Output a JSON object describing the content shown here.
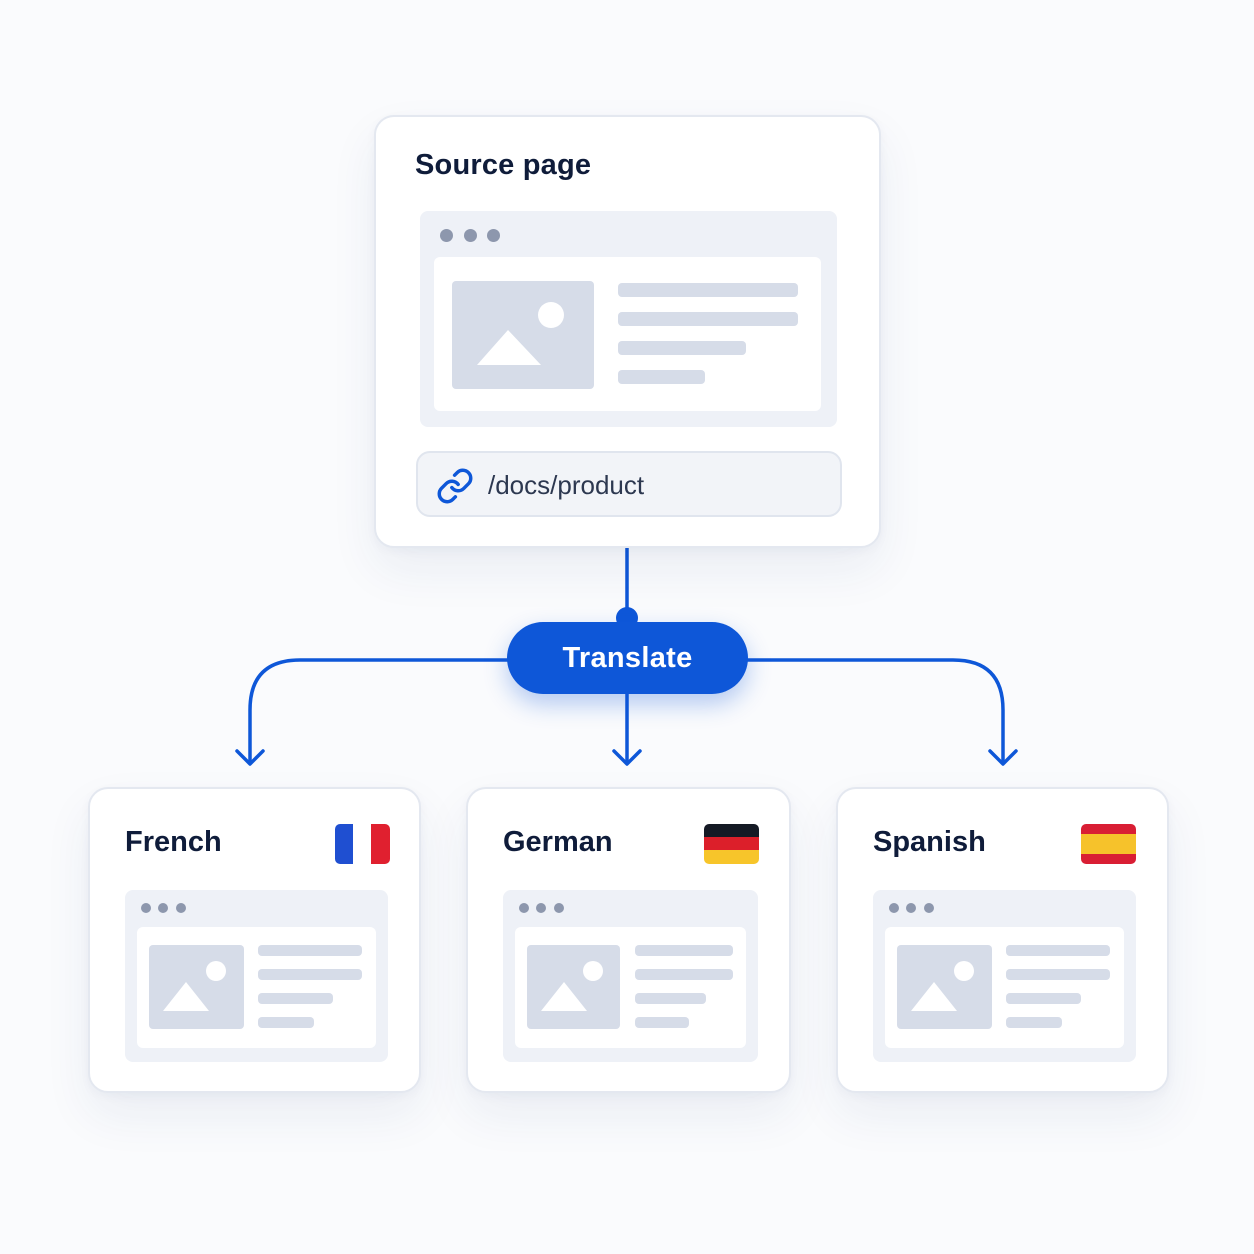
{
  "source": {
    "title": "Source page",
    "url": "/docs/product",
    "link_icon": "link-icon"
  },
  "action": {
    "label": "Translate"
  },
  "targets": [
    {
      "label": "French",
      "flag": "flag-france"
    },
    {
      "label": "German",
      "flag": "flag-germany"
    },
    {
      "label": "Spanish",
      "flag": "flag-spain"
    }
  ],
  "colors": {
    "accent": "#0e57d8",
    "title_text": "#0f1c3a",
    "placeholder": "#d6dce8",
    "browser_bg": "#eef1f7",
    "flag_france": [
      "#1f4fd1",
      "#ffffff",
      "#e0202f"
    ],
    "flag_germany": [
      "#151a25",
      "#dc1f2a",
      "#f7c52a"
    ],
    "flag_spain": [
      "#d91e34",
      "#f6c22b",
      "#d91e34"
    ]
  }
}
